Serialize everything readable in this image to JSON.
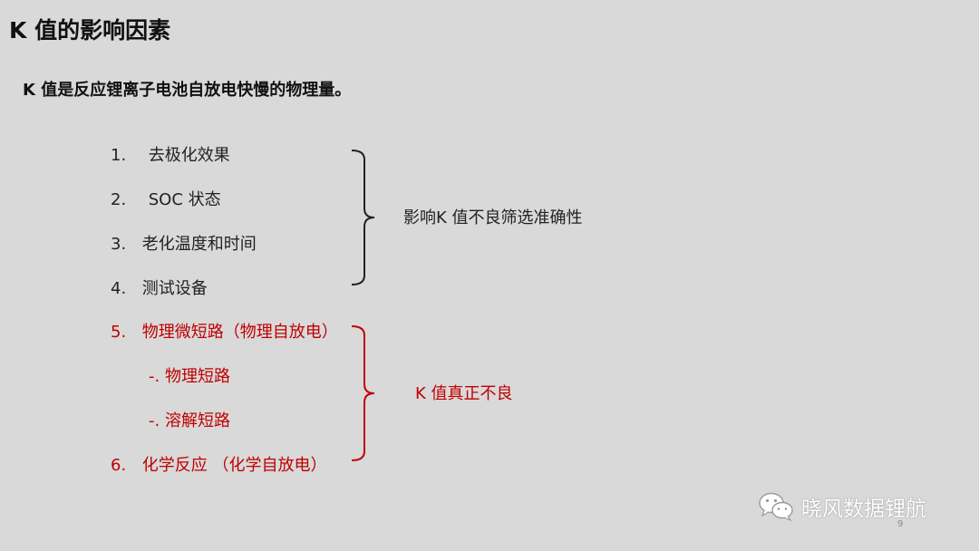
{
  "slide": {
    "title": "K 值的影响因素",
    "subtitle": "K 值是反应锂离子电池自放电快慢的物理量。",
    "items": [
      {
        "num": "1.",
        "text": "去极化效果"
      },
      {
        "num": "2.",
        "text": "SOC 状态"
      },
      {
        "num": "3.",
        "text": "老化温度和时间"
      },
      {
        "num": "4.",
        "text": "测试设备"
      },
      {
        "num": "5.",
        "text": "物理微短路（物理自放电）"
      },
      {
        "num": "",
        "text": "-. 物理短路"
      },
      {
        "num": "",
        "text": "-. 溶解短路"
      },
      {
        "num": "6.",
        "text": "化学反应 （化学自放电）"
      }
    ],
    "group1_label": "影响K 值不良筛选准确性",
    "group2_label": "K 值真正不良",
    "page_number": "9"
  },
  "watermark": {
    "text": "晓风数据锂航",
    "icon": "wechat-icon"
  },
  "colors": {
    "background": "#d9d9d9",
    "text": "#222222",
    "accent_red": "#c00000"
  }
}
